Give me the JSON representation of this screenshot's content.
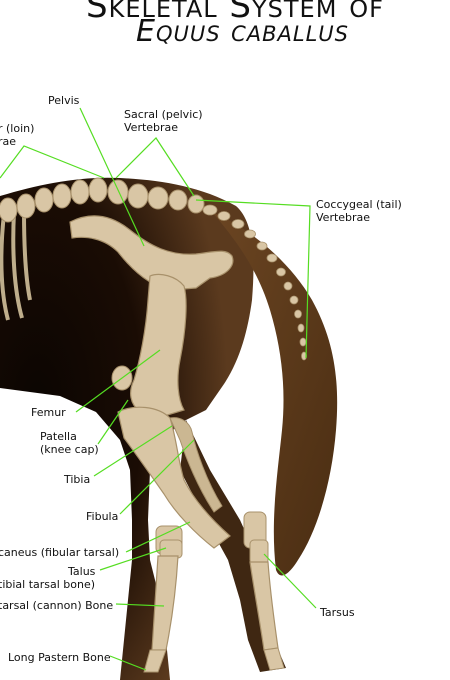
{
  "title": {
    "line1": "Skeletal System of",
    "line2": "Equus caballus"
  },
  "labels": {
    "lumbar_line1": "r (loin)",
    "lumbar_line2": "rae",
    "pelvis": "Pelvis",
    "sacral_line1": "Sacral (pelvic)",
    "sacral_line2": "Vertebrae",
    "coccygeal_line1": "Coccygeal (tail)",
    "coccygeal_line2": "Vertebrae",
    "femur": "Femur",
    "patella_line1": "Patella",
    "patella_line2": "(knee cap)",
    "tibia": "Tibia",
    "fibula": "Fibula",
    "calcaneus": "caneus (fibular tarsal)",
    "talus_line1": "Talus",
    "talus_line2": "tibial tarsal bone)",
    "metatarsal": "tarsal (cannon) Bone",
    "tarsus": "Tarsus",
    "long_pastern": "Long Pastern Bone"
  },
  "colors": {
    "body": "#5b3a1e",
    "body_dark": "#1a0c04",
    "bone": "#d9c6a5",
    "bone_dark": "#a8916b",
    "leader": "#55dd22"
  }
}
